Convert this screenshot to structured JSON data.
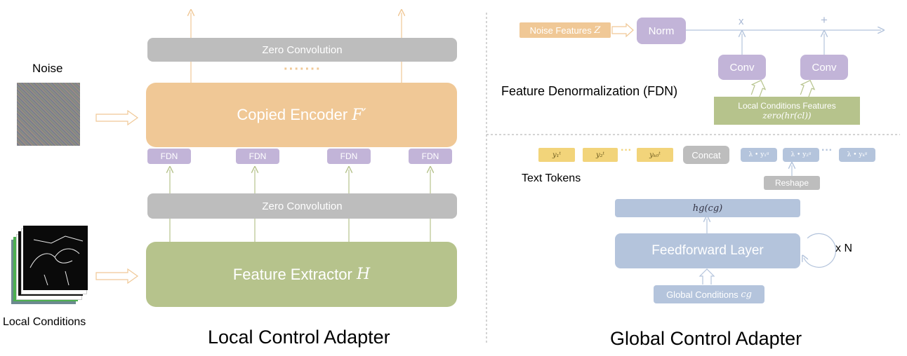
{
  "left": {
    "noise_label": "Noise",
    "local_conditions_label": "Local Conditions",
    "zero_conv_top": "Zero Convolution",
    "dots": "·······",
    "copied_encoder": "Copied Encoder",
    "copied_encoder_sym": "F′",
    "fdn_labels": [
      "FDN",
      "FDN",
      "FDN",
      "FDN"
    ],
    "zero_conv_bottom": "Zero Convolution",
    "feature_extractor": "Feature Extractor",
    "feature_extractor_sym": "H",
    "caption": "Local Control Adapter"
  },
  "fdn_panel": {
    "noise_features": "Noise Features",
    "noise_features_sym": "Z",
    "norm": "Norm",
    "times": "x",
    "plus": "+",
    "conv1": "Conv",
    "conv2": "Conv",
    "title": "Feature Denormalization (FDN)",
    "local_features_line1": "Local Conditions Features",
    "local_features_line2": "zero(hr(cl))"
  },
  "global_panel": {
    "text_tokens_label": "Text Tokens",
    "tokens": [
      "y₁ᵗ",
      "y₂ᵗ",
      "yₖ₀ᵗ"
    ],
    "concat": "Concat",
    "scaled_tokens": [
      "λ • y₁ᵍ",
      "λ • y₂ᵍ",
      "λ • yₖᵍ"
    ],
    "reshape": "Reshape",
    "hg": "hg(cg)",
    "feedforward": "Feedforward Layer",
    "repeat": "x N",
    "global_conditions": "Global Conditions",
    "global_conditions_sym": "cg",
    "caption": "Global Control Adapter"
  },
  "colors": {
    "orange": "#f0c896",
    "green": "#b6c38c",
    "gray": "#bdbdbd",
    "purple": "#c2b4d8",
    "blue": "#b4c4dc",
    "yellow": "#f2d47a"
  }
}
